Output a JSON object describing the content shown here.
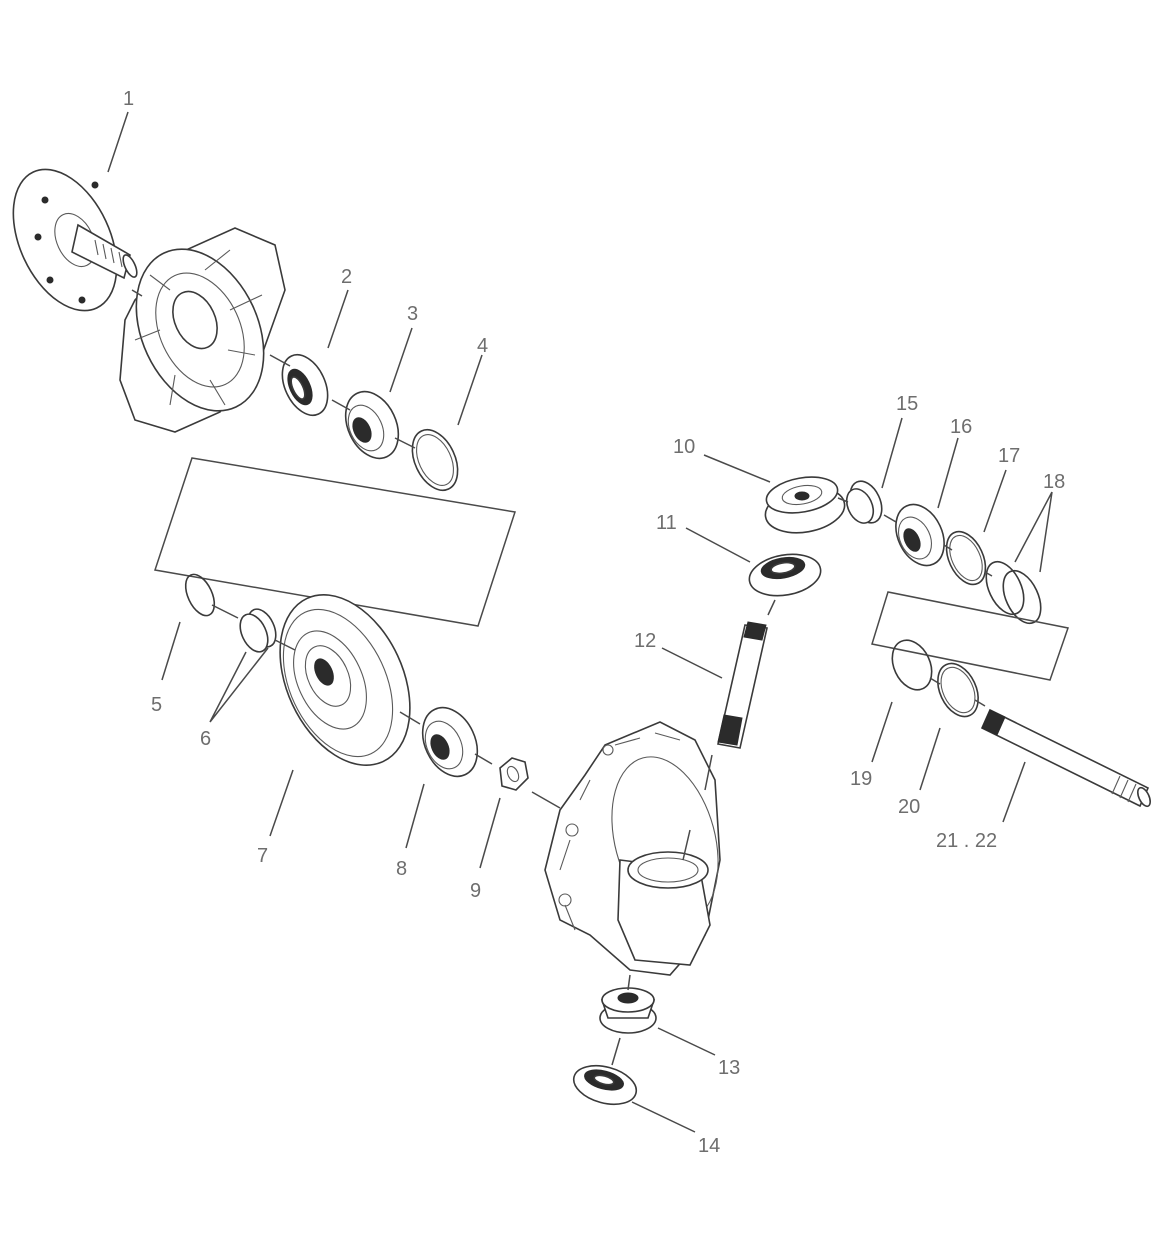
{
  "diagram": {
    "callouts": [
      {
        "id": "c1",
        "text": "1"
      },
      {
        "id": "c2",
        "text": "2"
      },
      {
        "id": "c3",
        "text": "3"
      },
      {
        "id": "c4",
        "text": "4"
      },
      {
        "id": "c5",
        "text": "5"
      },
      {
        "id": "c6",
        "text": "6"
      },
      {
        "id": "c7",
        "text": "7"
      },
      {
        "id": "c8",
        "text": "8"
      },
      {
        "id": "c9",
        "text": "9"
      },
      {
        "id": "c10",
        "text": "10"
      },
      {
        "id": "c11",
        "text": "11"
      },
      {
        "id": "c12",
        "text": "12"
      },
      {
        "id": "c13",
        "text": "13"
      },
      {
        "id": "c14",
        "text": "14"
      },
      {
        "id": "c15",
        "text": "15"
      },
      {
        "id": "c16",
        "text": "16"
      },
      {
        "id": "c17",
        "text": "17"
      },
      {
        "id": "c18",
        "text": "18"
      },
      {
        "id": "c19",
        "text": "19"
      },
      {
        "id": "c20",
        "text": "20"
      },
      {
        "id": "c21",
        "text": "21 . 22"
      }
    ]
  }
}
